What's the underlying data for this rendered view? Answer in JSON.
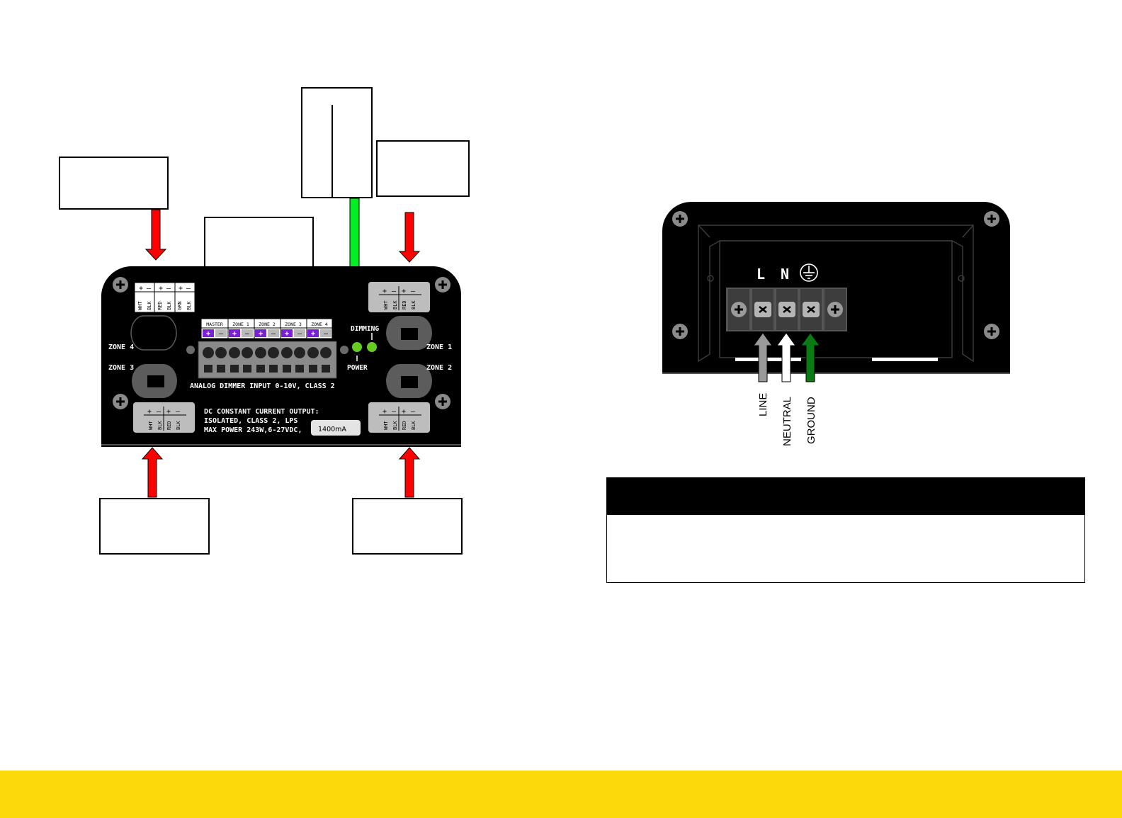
{
  "colors": {
    "accent_yellow": "#FCD90A",
    "arrow_red": "#FF0000",
    "arrow_green": "#00EE22",
    "panel": "#000000",
    "terminal_purple": "#7B1FD6",
    "terminal_gray": "#B9B9B9",
    "led_green": "#66CC22",
    "ground_green": "#0A7A12"
  },
  "driver_panel": {
    "zone_labels": {
      "zone1": "ZONE 1",
      "zone2": "ZONE 2",
      "zone3": "ZONE 3",
      "zone4": "ZONE 4"
    },
    "polarity": {
      "plus": "+",
      "minus": "–"
    },
    "wire_codes_rgbw": [
      "WHT",
      "BLK",
      "RED",
      "BLK",
      "GRN",
      "BLK"
    ],
    "wire_codes_2ch": [
      "WHT",
      "BLK",
      "RED",
      "BLK"
    ],
    "dimmer_headers": [
      "MASTER",
      "ZONE 1",
      "ZONE 2",
      "ZONE 3",
      "ZONE 4"
    ],
    "dimmer_caption": "ANALOG DIMMER INPUT 0-10V, CLASS 2",
    "dimming_label": "DIMMING",
    "power_label": "POWER",
    "output_text": [
      "DC CONSTANT CURRENT OUTPUT:",
      "ISOLATED, CLASS 2, LPS",
      "MAX POWER 243W,6-27VDC,"
    ],
    "current_badge": "1400mA"
  },
  "ac_panel": {
    "terminal_letters": [
      "L",
      "N"
    ],
    "ground_symbol": "earth-ground-icon",
    "wire_labels": [
      "LINE",
      "NEUTRAL",
      "GROUND"
    ],
    "wire_colors": [
      "#9A9A9A",
      "#FFFFFF",
      "#0A7A12"
    ]
  }
}
